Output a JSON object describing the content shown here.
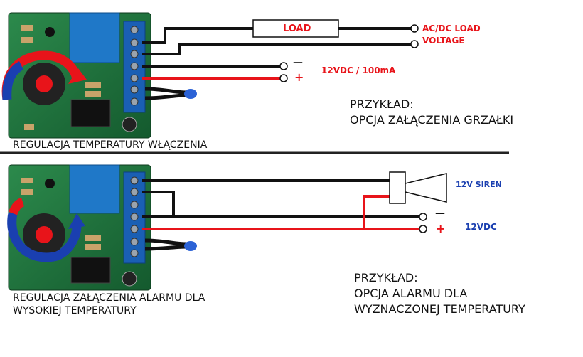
{
  "top": {
    "caption": "REGULACJA TEMPERATURY WŁĄCZENIA",
    "example_line1": "PRZYKŁAD:",
    "example_line2": "OPCJA ZAŁĄCZENIA GRZAŁKI",
    "load_label": "LOAD",
    "acdc_line1": "AC/DC LOAD",
    "acdc_line2": "VOLTAGE",
    "minus": "—",
    "plus": "+",
    "supply": "12VDC / 100mA"
  },
  "bottom": {
    "caption": "REGULACJA ZAŁĄCZENIA ALARMU DLA\nWYSOKIEJ TEMPERATURY",
    "example_line1": "PRZYKŁAD:",
    "example_line2": "OPCJA ALARMU DLA",
    "example_line3": "WYZNACZONEJ TEMPERATURY",
    "siren": "12V SIREN",
    "minus": "—",
    "plus": "+",
    "supply": "12VDC"
  },
  "colors": {
    "wire_red": "#e8141a",
    "wire_black": "#111111",
    "pcb_green": "#1f6b3a",
    "relay_blue": "#1f78c8",
    "terminal_blue": "#1a5fb4",
    "label_red": "#e8141a",
    "label_blue": "#1a3fb0"
  },
  "icons": [
    "pcb-board-icon",
    "potentiometer-icon",
    "rotation-arrow-icon",
    "siren-icon",
    "relay-icon",
    "terminal-block-icon",
    "sensor-probe-icon"
  ]
}
